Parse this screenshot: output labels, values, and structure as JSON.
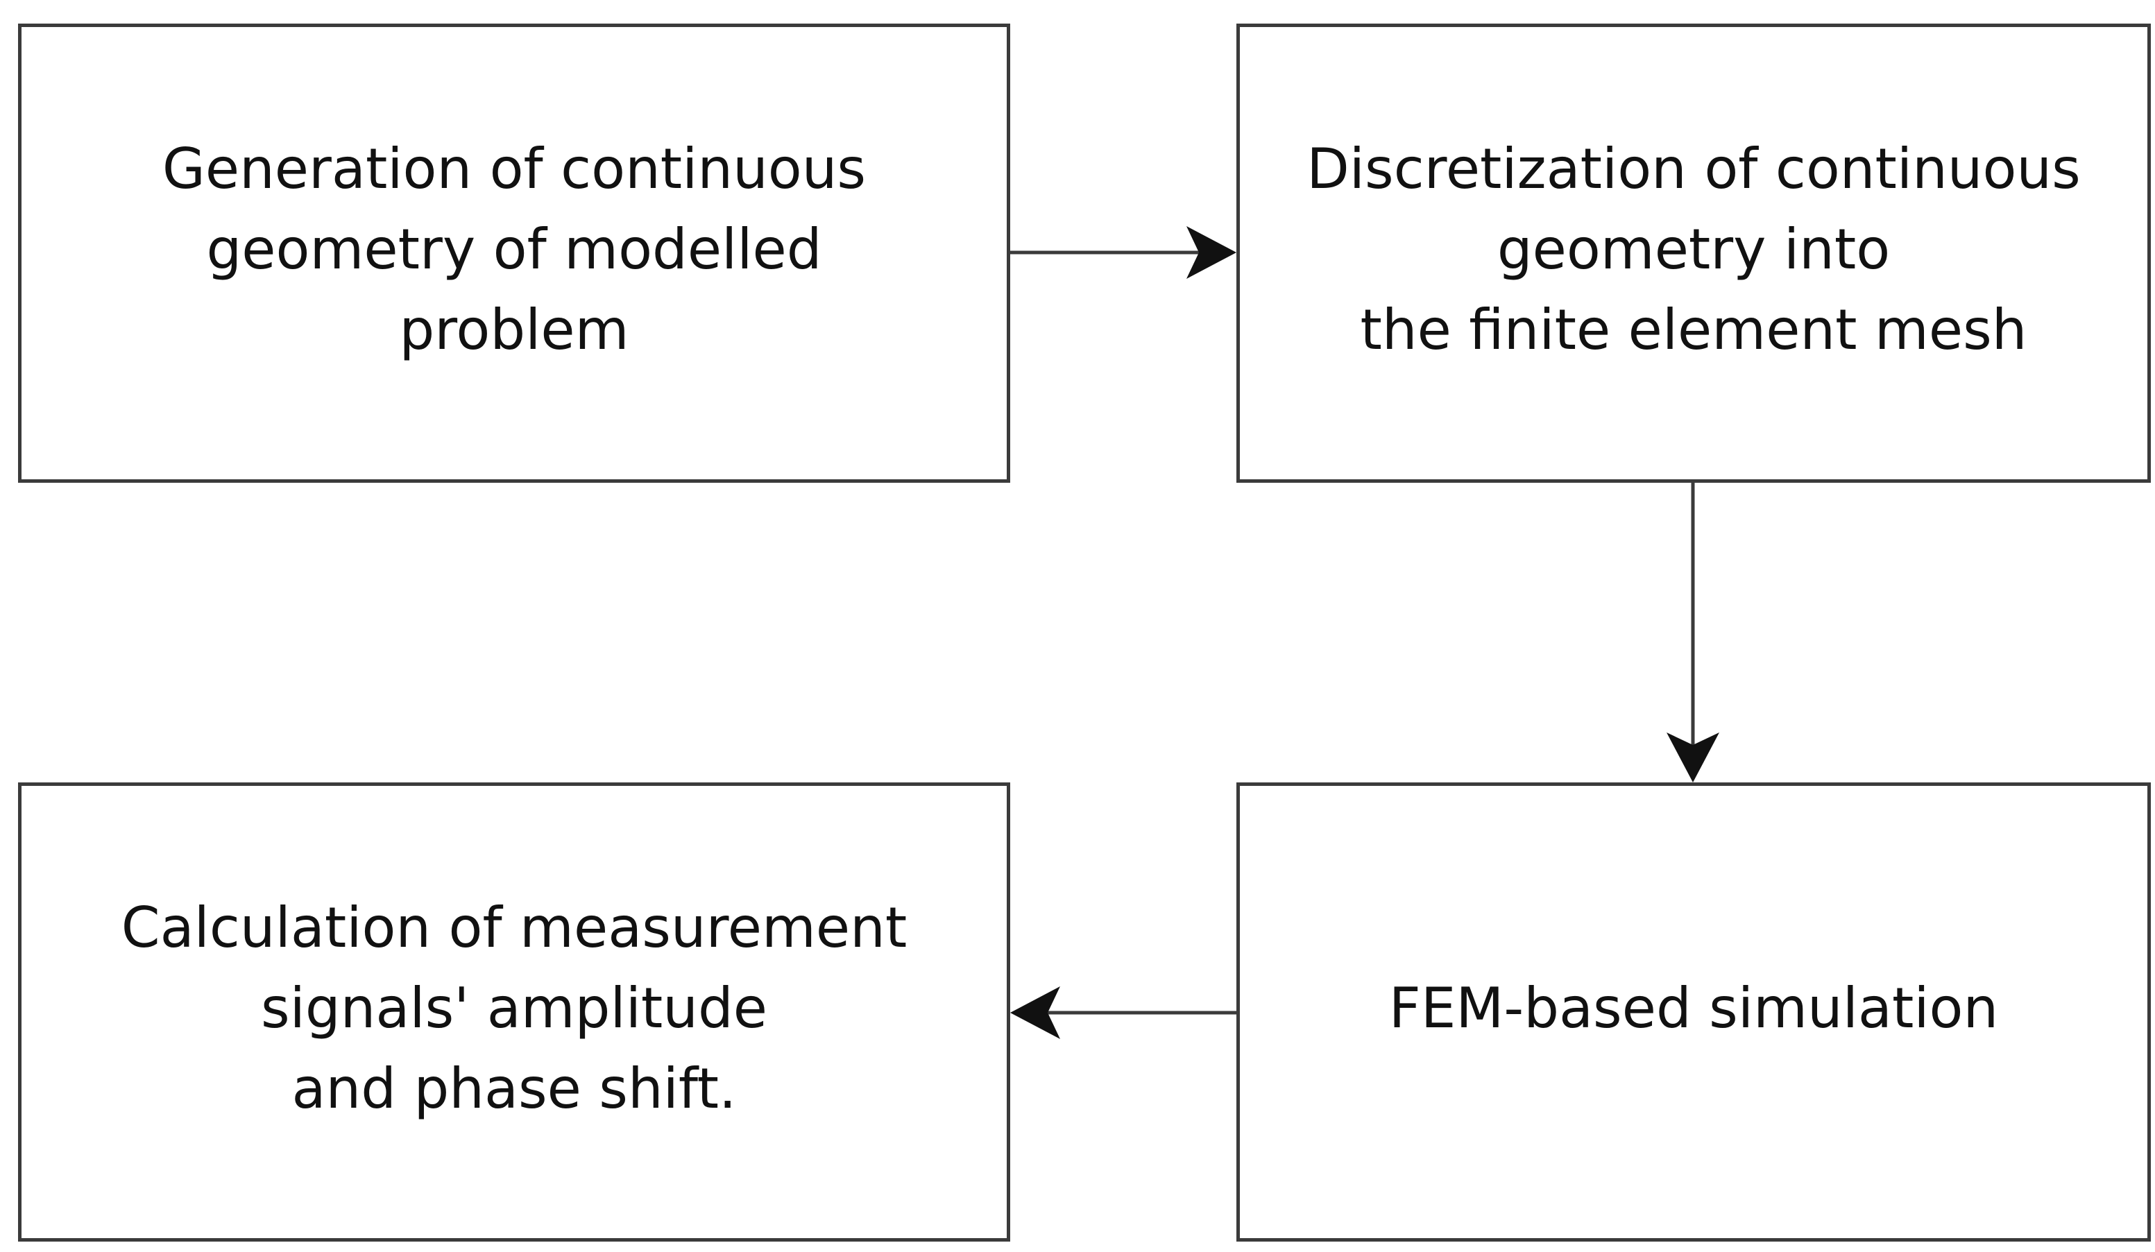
{
  "steps": [
    {
      "label": "Generation of continuous\ngeometry of modelled\nproblem"
    },
    {
      "label": "Discretization of continuous\ngeometry into\nthe finite element mesh"
    },
    {
      "label": "FEM-based simulation"
    },
    {
      "label": "Calculation of measurement\nsignals' amplitude\nand phase shift."
    }
  ],
  "colors": {
    "border": "#3b3b3b",
    "text": "#111111",
    "background": "#ffffff"
  }
}
